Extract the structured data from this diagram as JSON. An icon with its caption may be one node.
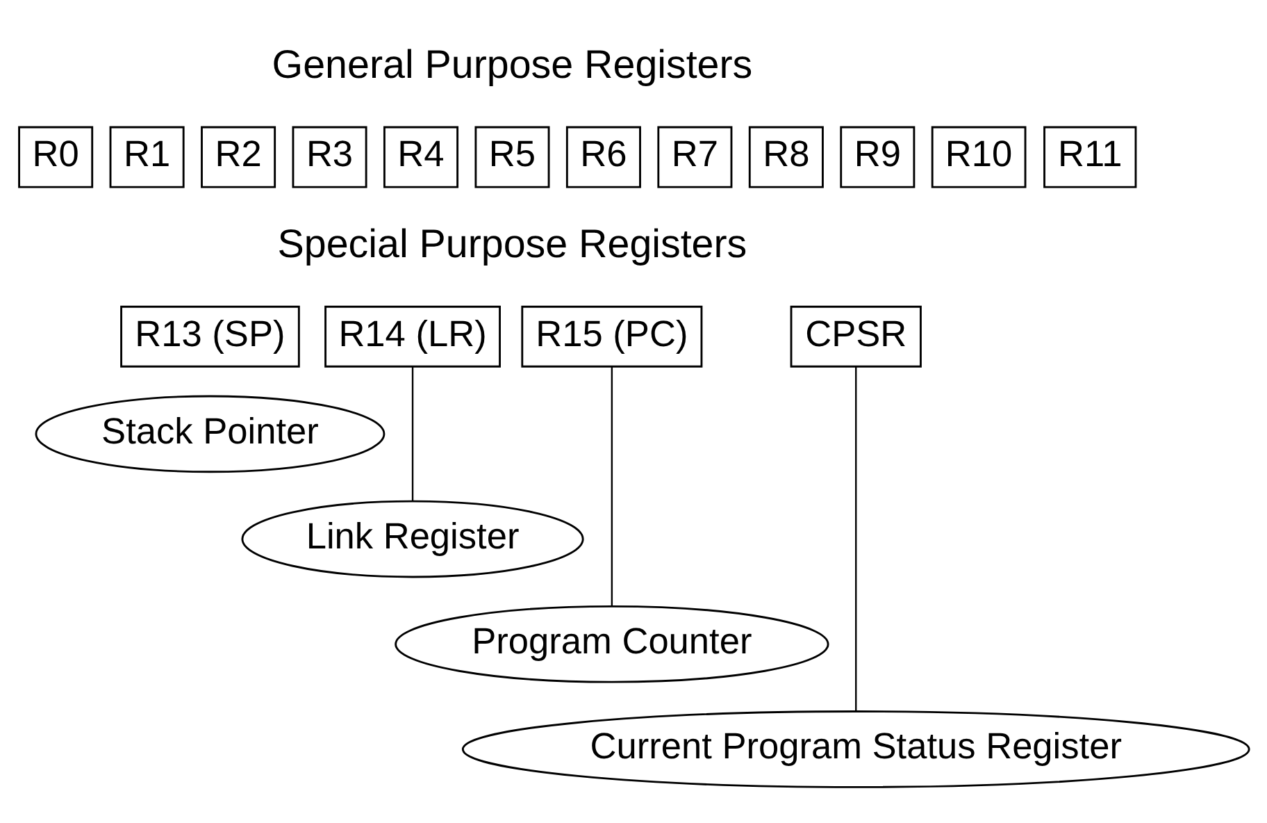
{
  "diagram": {
    "nodes": [
      {
        "text": [
          "R0"
        ]
      },
      {
        "text": [
          "R1"
        ]
      },
      {
        "text": [
          "R2"
        ]
      },
      {
        "text": [
          "R3"
        ]
      },
      {
        "text": [
          "R4"
        ]
      },
      {
        "text": [
          "R5"
        ]
      },
      {
        "text": [
          "R6"
        ]
      },
      {
        "text": [
          "R7"
        ]
      },
      {
        "text": [
          "R8"
        ]
      },
      {
        "text": [
          "R9"
        ]
      },
      {
        "text": [
          "R10"
        ]
      },
      {
        "text": [
          "R11"
        ]
      },
      {
        "text": [
          "R13 (SP)"
        ]
      },
      {
        "text": [
          "R14 (LR)"
        ]
      },
      {
        "text": [
          "R15 (PC)"
        ]
      },
      {
        "text": [
          "CPSR"
        ]
      },
      {
        "text": [
          "Stack Pointer"
        ]
      },
      {
        "text": [
          "Link Register"
        ]
      },
      {
        "text": [
          "Program Counter"
        ]
      },
      {
        "text": [
          "Current Program Status Register"
        ]
      }
    ],
    "edges": [
      {
        "from": 13,
        "to": 17,
        "arrow": "none"
      },
      {
        "from": 14,
        "to": 18,
        "arrow": "none"
      },
      {
        "from": 15,
        "to": 19,
        "arrow": "none"
      }
    ],
    "labels": [
      "General Purpose Registers",
      "Special Purpose Registers"
    ]
  }
}
